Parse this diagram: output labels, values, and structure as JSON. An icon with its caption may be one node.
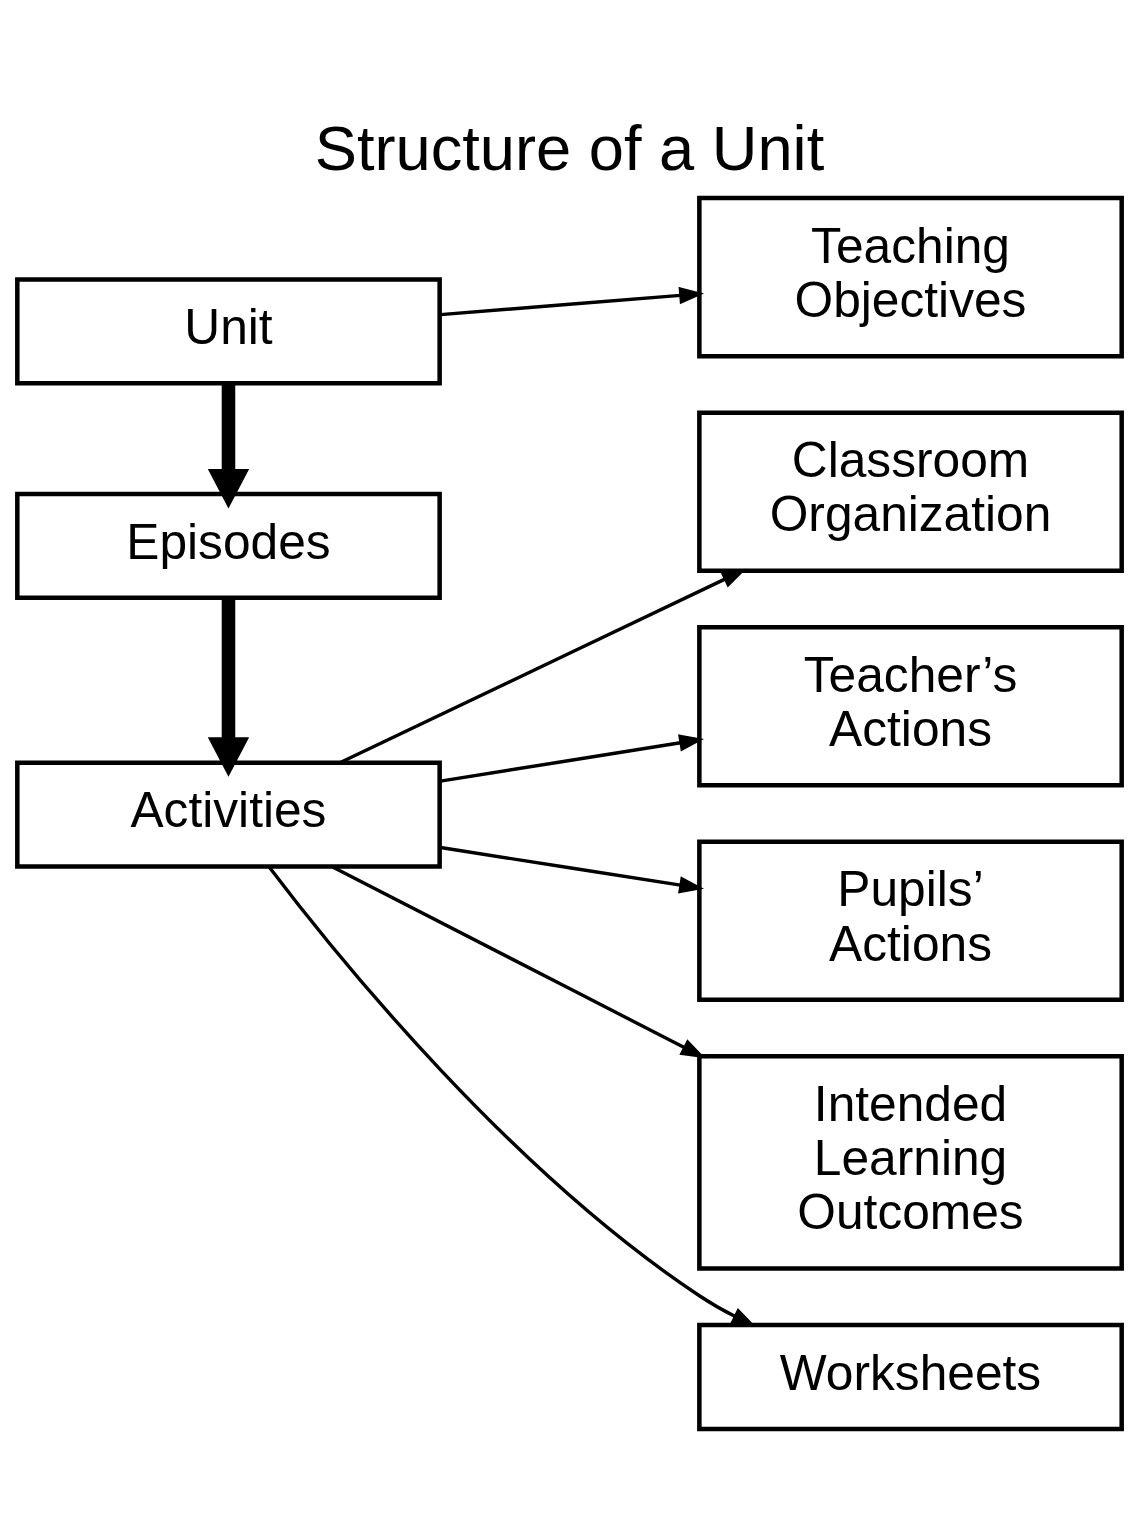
{
  "diagram": {
    "title": "Structure of a Unit",
    "nodes": [
      {
        "text": [
          "Unit"
        ]
      },
      {
        "text": [
          "Episodes"
        ]
      },
      {
        "text": [
          "Activities"
        ]
      },
      {
        "text": [
          "Teaching Objectives"
        ]
      },
      {
        "text": [
          "Classroom Organization"
        ]
      },
      {
        "text": [
          "Teacher’s Actions"
        ]
      },
      {
        "text": [
          "Pupils’ Actions"
        ]
      },
      {
        "text": [
          "Intended Learning Outcomes"
        ]
      },
      {
        "text": [
          "Worksheets"
        ]
      }
    ],
    "edges": [
      {
        "from": 0,
        "to": 3,
        "arrow": "to"
      },
      {
        "from": 0,
        "to": 1,
        "arrow": "to",
        "style": "thick"
      },
      {
        "from": 1,
        "to": 2,
        "arrow": "to",
        "style": "thick"
      },
      {
        "from": 2,
        "to": 4,
        "arrow": "to"
      },
      {
        "from": 2,
        "to": 5,
        "arrow": "to"
      },
      {
        "from": 2,
        "to": 6,
        "arrow": "to"
      },
      {
        "from": 2,
        "to": 7,
        "arrow": "to"
      },
      {
        "from": 2,
        "to": 8,
        "arrow": "to"
      }
    ]
  }
}
